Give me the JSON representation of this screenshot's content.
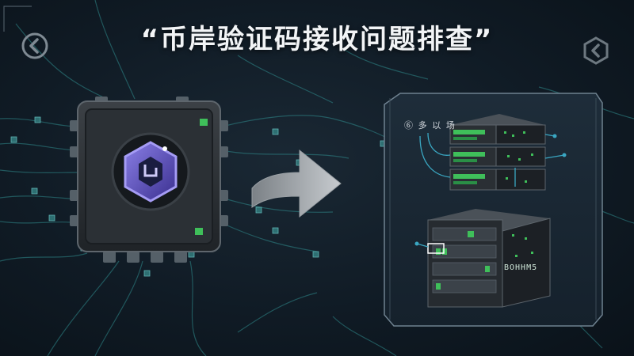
{
  "title": "“币岸验证码接收问题排查”",
  "server_top_label": "⑥ 多 以 场",
  "server_bottom_label": "BOHHM5",
  "colors": {
    "background": "#101b25",
    "accent_green": "#3fbf5a",
    "chip_logo_purple": "#6a5fcf",
    "circuit_teal": "#2f8a8c",
    "title_text": "#f2f4f6"
  },
  "icons": [
    "back-arrow-icon",
    "hexagon-back-icon",
    "crypto-cube-logo-icon",
    "forward-arrow-icon"
  ]
}
